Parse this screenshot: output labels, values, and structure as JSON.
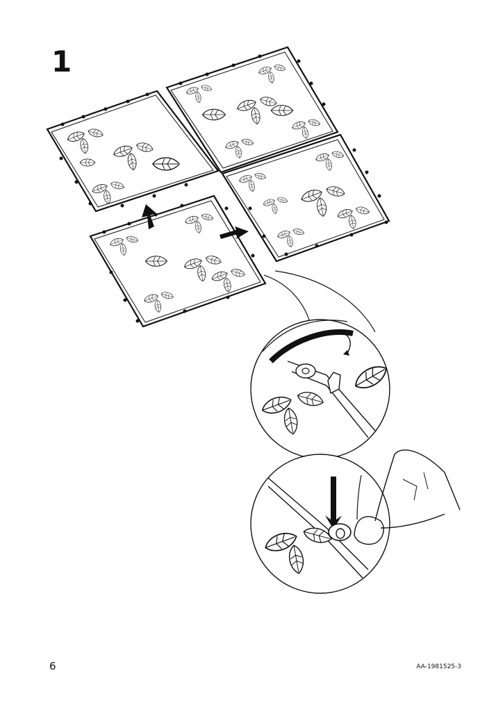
{
  "step": {
    "number": "1"
  },
  "footer": {
    "page_number": "6",
    "doc_code": "AA-1981525-3"
  },
  "illustration": {
    "panels": 4,
    "details": [
      "rotate-arrow-icon",
      "push-down-arrow-icon",
      "hand-press-icon"
    ]
  }
}
